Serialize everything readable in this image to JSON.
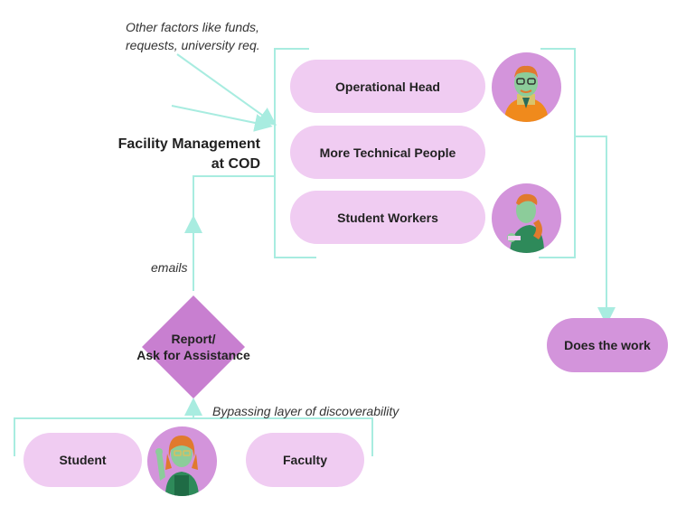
{
  "notes": {
    "other_factors_line1": "Other factors like funds,",
    "other_factors_line2": "requests, university req.",
    "emails": "emails",
    "bypassing": "Bypassing layer of discoverability"
  },
  "title": {
    "line1": "Facility Management",
    "line2": "at COD"
  },
  "roles": {
    "operational_head": "Operational Head",
    "technical_people": "More Technical People",
    "student_workers": "Student Workers"
  },
  "outcome": "Does the work",
  "report": {
    "line1": "Report/",
    "line2": "Ask for Assistance"
  },
  "requesters": {
    "student": "Student",
    "faculty": "Faculty"
  },
  "colors": {
    "pill_light": "#f0ccf2",
    "pill_dark": "#d394db",
    "connector": "#a8ece0",
    "diamond": "#c87fd0"
  }
}
